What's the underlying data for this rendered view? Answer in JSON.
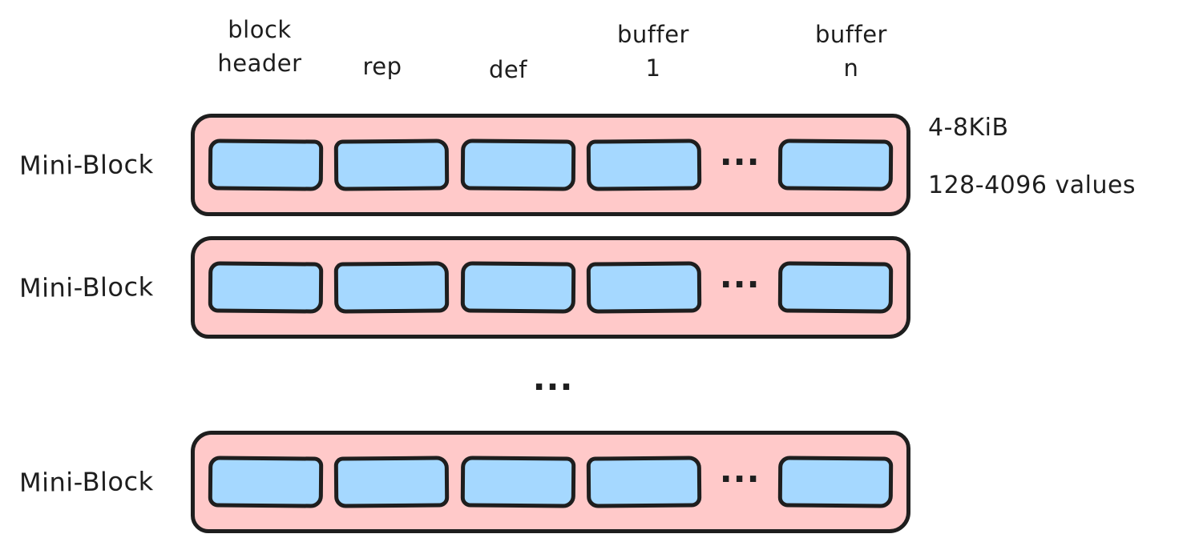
{
  "colors": {
    "stroke": "#1e1e1e",
    "block-fill": "#ffc9c9",
    "cell-fill": "#a5d8ff",
    "background": "#ffffff",
    "text": "#1e1e1e"
  },
  "column_labels": [
    {
      "text": "block\nheader"
    },
    {
      "text": "rep"
    },
    {
      "text": "def"
    },
    {
      "text": "buffer\n1"
    },
    {
      "text": "buffer\nn"
    }
  ],
  "rows": [
    {
      "label": "Mini-Block",
      "ellipsis": "..."
    },
    {
      "label": "Mini-Block",
      "ellipsis": "..."
    },
    {
      "label": "Mini-Block",
      "ellipsis": "..."
    }
  ],
  "between_rows_ellipsis": "...",
  "annotations": {
    "size": "4-8KiB",
    "values": "128-4096 values"
  }
}
